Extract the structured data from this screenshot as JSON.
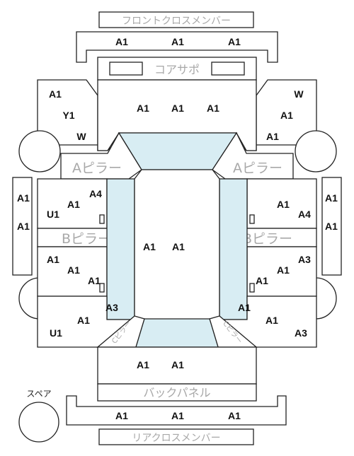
{
  "parts": {
    "front_cross_member": "フロントクロスメンバー",
    "core_support": "コアサポ",
    "a_pillar_left": "Aピラー",
    "a_pillar_right": "Aピラー",
    "b_pillar_left": "Bピラー",
    "b_pillar_right": "Bピラー",
    "back_panel": "バックパネル",
    "rear_cross_member": "リアクロスメンバー",
    "spare": "スペア",
    "c_pillar_left": "Cピラー",
    "c_pillar_right": "Cピラー"
  },
  "codes": {
    "front_member": [
      "A1",
      "A1",
      "A1"
    ],
    "hood": [
      "A1",
      "A1",
      "A1"
    ],
    "fender_left": [
      "A1",
      "Y1",
      "W"
    ],
    "fender_right": [
      "W",
      "A1",
      "A1"
    ],
    "front_door_left": [
      "A4",
      "A1",
      "U1"
    ],
    "front_door_right": [
      "A1",
      "A4"
    ],
    "step_left": [
      "A1",
      "A1"
    ],
    "step_right": [
      "A1",
      "A1"
    ],
    "roof": [
      "A1",
      "A1"
    ],
    "rear_door_left": [
      "A1",
      "A1",
      "A1"
    ],
    "rear_door_right": [
      "A3",
      "A1",
      "A1"
    ],
    "quarter_left": [
      "A3",
      "A1",
      "U1"
    ],
    "quarter_right": [
      "A1",
      "A1",
      "A3"
    ],
    "trunk": [
      "A1",
      "A1"
    ],
    "rear_member": [
      "A1",
      "A1",
      "A1"
    ]
  }
}
